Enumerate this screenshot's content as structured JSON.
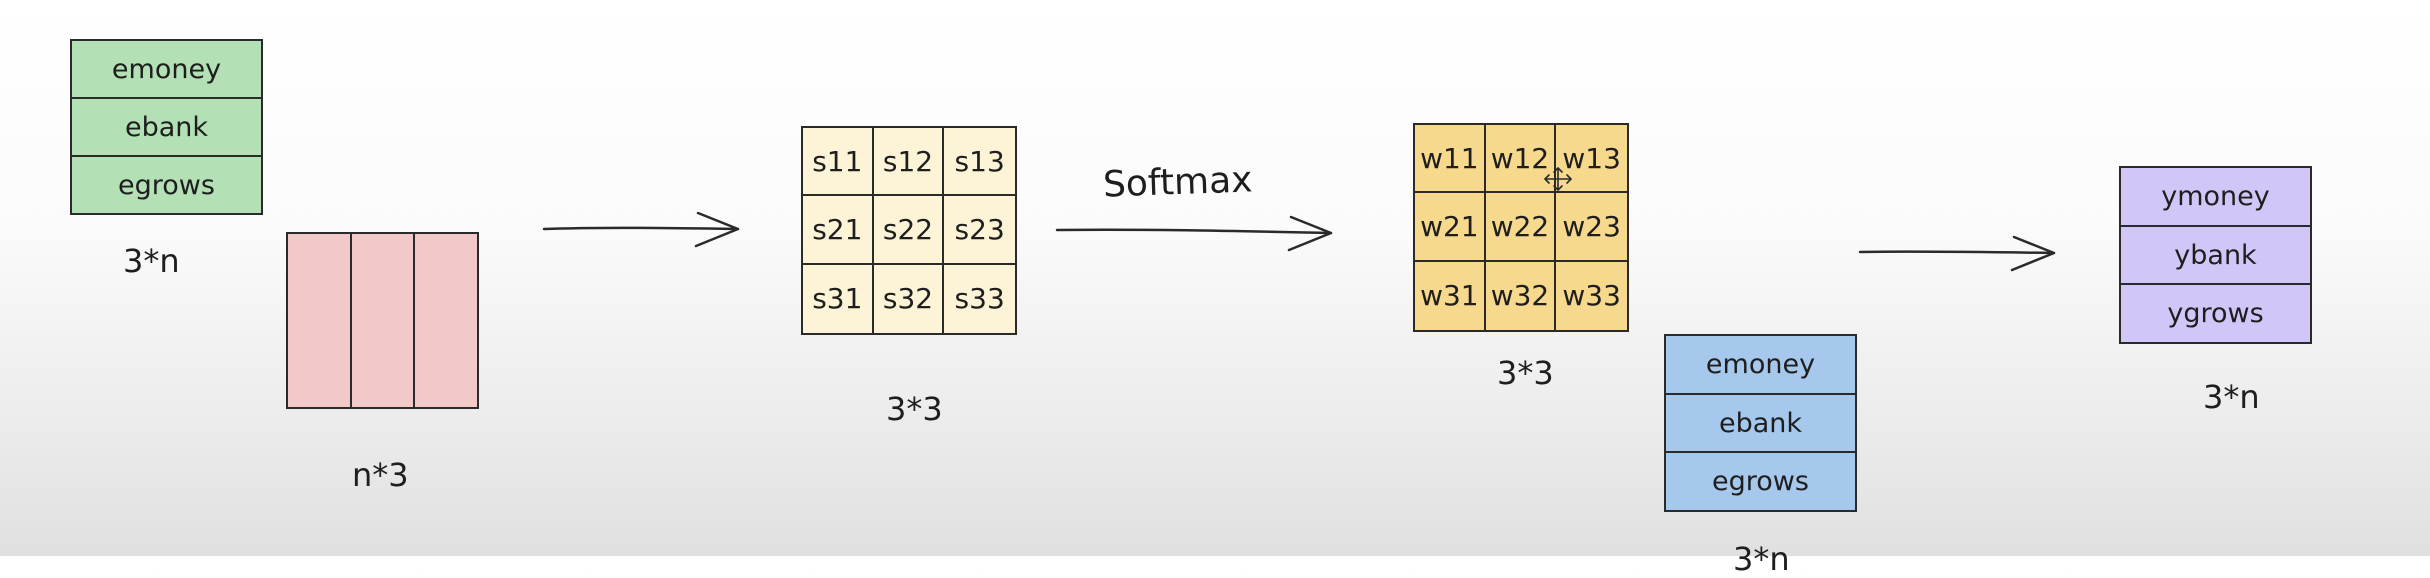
{
  "colors": {
    "green": "#b3e0b5",
    "pink": "#f2c9c9",
    "cream": "#fdf3d6",
    "gold": "#f6d98d",
    "blue": "#a6c8ec",
    "violet": "#d2c6f8",
    "stroke": "#2a2a2a"
  },
  "e_matrix": {
    "rows": [
      "emoney",
      "ebank",
      "egrows"
    ],
    "dim": "3*n"
  },
  "transposed_matrix": {
    "dim": "n*3"
  },
  "score_matrix": {
    "cells": [
      "s11",
      "s12",
      "s13",
      "s21",
      "s22",
      "s23",
      "s31",
      "s32",
      "s33"
    ],
    "dim": "3*3"
  },
  "softmax_label": "Softmax",
  "weight_matrix": {
    "cells": [
      "w11",
      "w12",
      "w13",
      "w21",
      "w22",
      "w23",
      "w31",
      "w32",
      "w33"
    ],
    "dim": "3*3"
  },
  "e_matrix_2": {
    "rows": [
      "emoney",
      "ebank",
      "egrows"
    ],
    "dim": "3*n"
  },
  "y_matrix": {
    "rows": [
      "ymoney",
      "ybank",
      "ygrows"
    ],
    "dim": "3*n"
  }
}
